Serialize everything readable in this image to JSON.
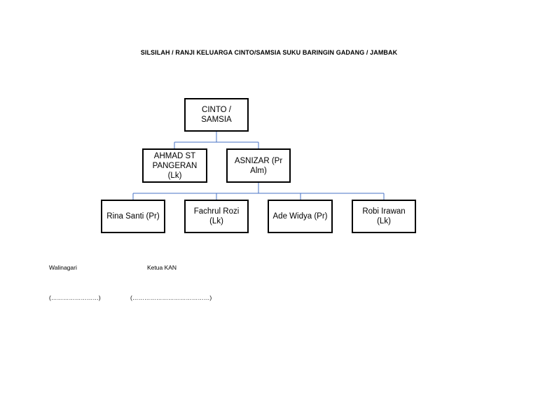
{
  "title": "SILSILAH / RANJI KELUARGA CINTO/SAMSIA SUKU BARINGIN GADANG / JAMBAK",
  "tree": {
    "root": "CINTO /\nSAMSIA",
    "level1": [
      "AHMAD ST\nPANGERAN (Lk)",
      "ASNIZAR (Pr\nAlm)"
    ],
    "level2": [
      "Rina Santi (Pr)",
      "Fachrul Rozi\n(Lk)",
      "Ade Widya (Pr)",
      "Robi Irawan\n(Lk)"
    ]
  },
  "signatures": {
    "walinagari_label": "Walinagari",
    "ketua_label": "Ketua KAN",
    "walinagari_blank": "(……………………)",
    "ketua_blank": "(…………………………………)"
  },
  "colors": {
    "connector": "#4472c4",
    "border": "#000000"
  }
}
